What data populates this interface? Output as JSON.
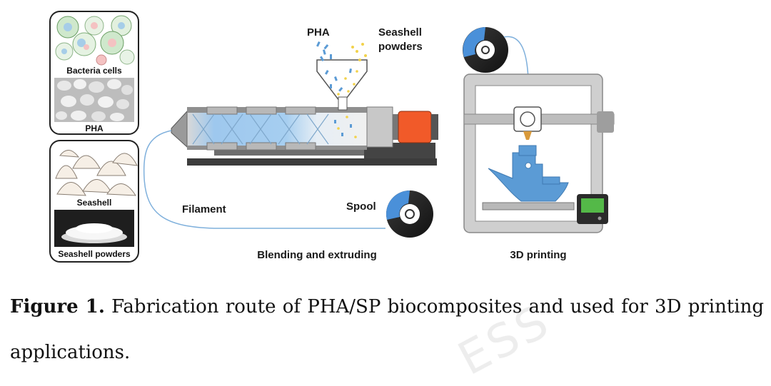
{
  "figure": {
    "panels": {
      "bacteria_cells": "Bacteria cells",
      "pha": "PHA",
      "seashell": "Seashell",
      "seashell_powders": "Seashell powders"
    },
    "labels": {
      "hopper_pha": "PHA",
      "hopper_seashell": "Seashell\npowders",
      "filament": "Filament",
      "spool": "Spool",
      "blending": "Blending and extruding",
      "printing": "3D printing"
    },
    "colors": {
      "blue": "#5b9bd5",
      "yellow": "#f2d24b",
      "orange": "#f15a29",
      "screen_green": "#54b948",
      "frame_gray": "#cfcfcf",
      "dark_gray": "#555555"
    }
  },
  "caption": {
    "fig_label": "Figure 1.",
    "text": "Fabrication route of PHA/SP biocomposites and used for 3D printing applications."
  },
  "watermark": "ESS"
}
